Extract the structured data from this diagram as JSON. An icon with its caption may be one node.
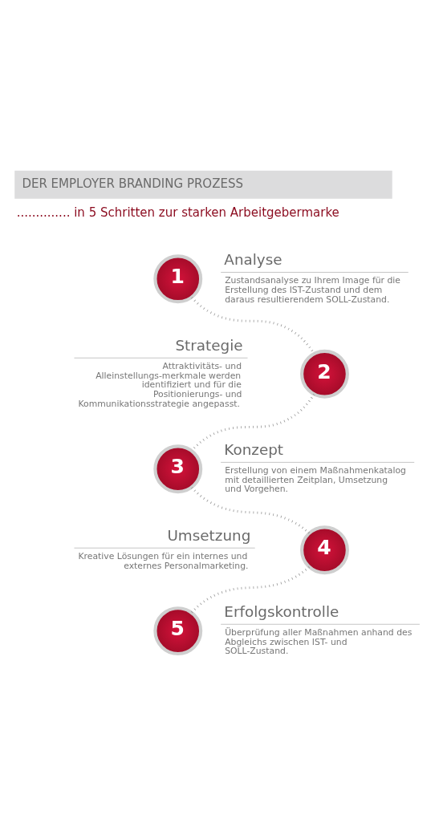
{
  "diagram": {
    "title": "DER EMPLOYER BRANDING PROZESS",
    "nodes": [
      {
        "text": [
          "1"
        ],
        "beside": [
          "Analyse",
          "Zustandsanalyse zu Ihrem Image für die Erstellung des IST-Zustand und dem daraus resultierendem SOLL-Zustand."
        ]
      },
      {
        "text": [
          "2"
        ],
        "beside": [
          "Strategie",
          "Attraktivitäts- und Alleinstellungs-merkmale werden identifiziert und für die Positionierungs- und Kommunikationsstrategie angepasst."
        ]
      },
      {
        "text": [
          "3"
        ],
        "beside": [
          "Konzept",
          "Erstellung von einem Maßnahmenkatalog mit detaillierten Zeitplan, Umsetzung und Vorgehen."
        ]
      },
      {
        "text": [
          "4"
        ],
        "beside": [
          "Umsetzung",
          "Kreative Lösungen für ein internes und externes Personalmarketing."
        ]
      },
      {
        "text": [
          "5"
        ],
        "beside": [
          "Erfolgskontrolle",
          "Überprüfung aller Maßnahmen anhand des Abgleichs zwischen IST- und SOLL-Zustand."
        ]
      }
    ],
    "edges": [
      {
        "from": 0,
        "to": 1,
        "arrow": "none",
        "style": "dashed"
      },
      {
        "from": 1,
        "to": 2,
        "arrow": "none",
        "style": "dashed"
      },
      {
        "from": 2,
        "to": 3,
        "arrow": "none",
        "style": "dashed"
      },
      {
        "from": 3,
        "to": 4,
        "arrow": "none",
        "style": "dashed"
      }
    ],
    "labels": [
      ".............. in 5 Schritten zur starken Arbeitgebermarke"
    ]
  }
}
